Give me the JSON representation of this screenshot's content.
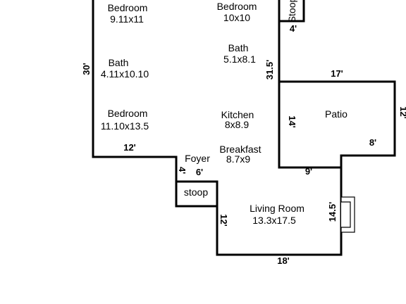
{
  "rooms": {
    "bedroom_top_left": {
      "name": "Bedroom",
      "size": "9.11x11"
    },
    "bedroom_top_center": {
      "name": "Bedroom",
      "size": "10x10"
    },
    "stoop_top": {
      "name": "Stoop"
    },
    "bath_left": {
      "name": "Bath",
      "size": "4.11x10.10"
    },
    "bath_center": {
      "name": "Bath",
      "size": "5.1x8.1"
    },
    "bedroom_left": {
      "name": "Bedroom",
      "size": "11.10x13.5"
    },
    "kitchen": {
      "name": "Kitchen",
      "size": "8x8.9"
    },
    "patio": {
      "name": "Patio"
    },
    "foyer": {
      "name": "Foyer"
    },
    "breakfast": {
      "name": "Breakfast",
      "size": "8.7x9"
    },
    "stoop_front": {
      "name": "stoop"
    },
    "living_room": {
      "name": "Living Room",
      "size": "13.3x17.5"
    }
  },
  "dimensions": {
    "left_wall": "30'",
    "top_stoop_width": "4'",
    "center_wall": "31.5'",
    "patio_top": "17'",
    "patio_right": "12'",
    "patio_left": "14'",
    "patio_notch": "8'",
    "patio_bottom": "9'",
    "bedroom_bottom": "12'",
    "foyer_side": "4'",
    "foyer_bottom": "6'",
    "living_left": "12'",
    "living_right": "14.5'",
    "living_bottom": "18'"
  }
}
